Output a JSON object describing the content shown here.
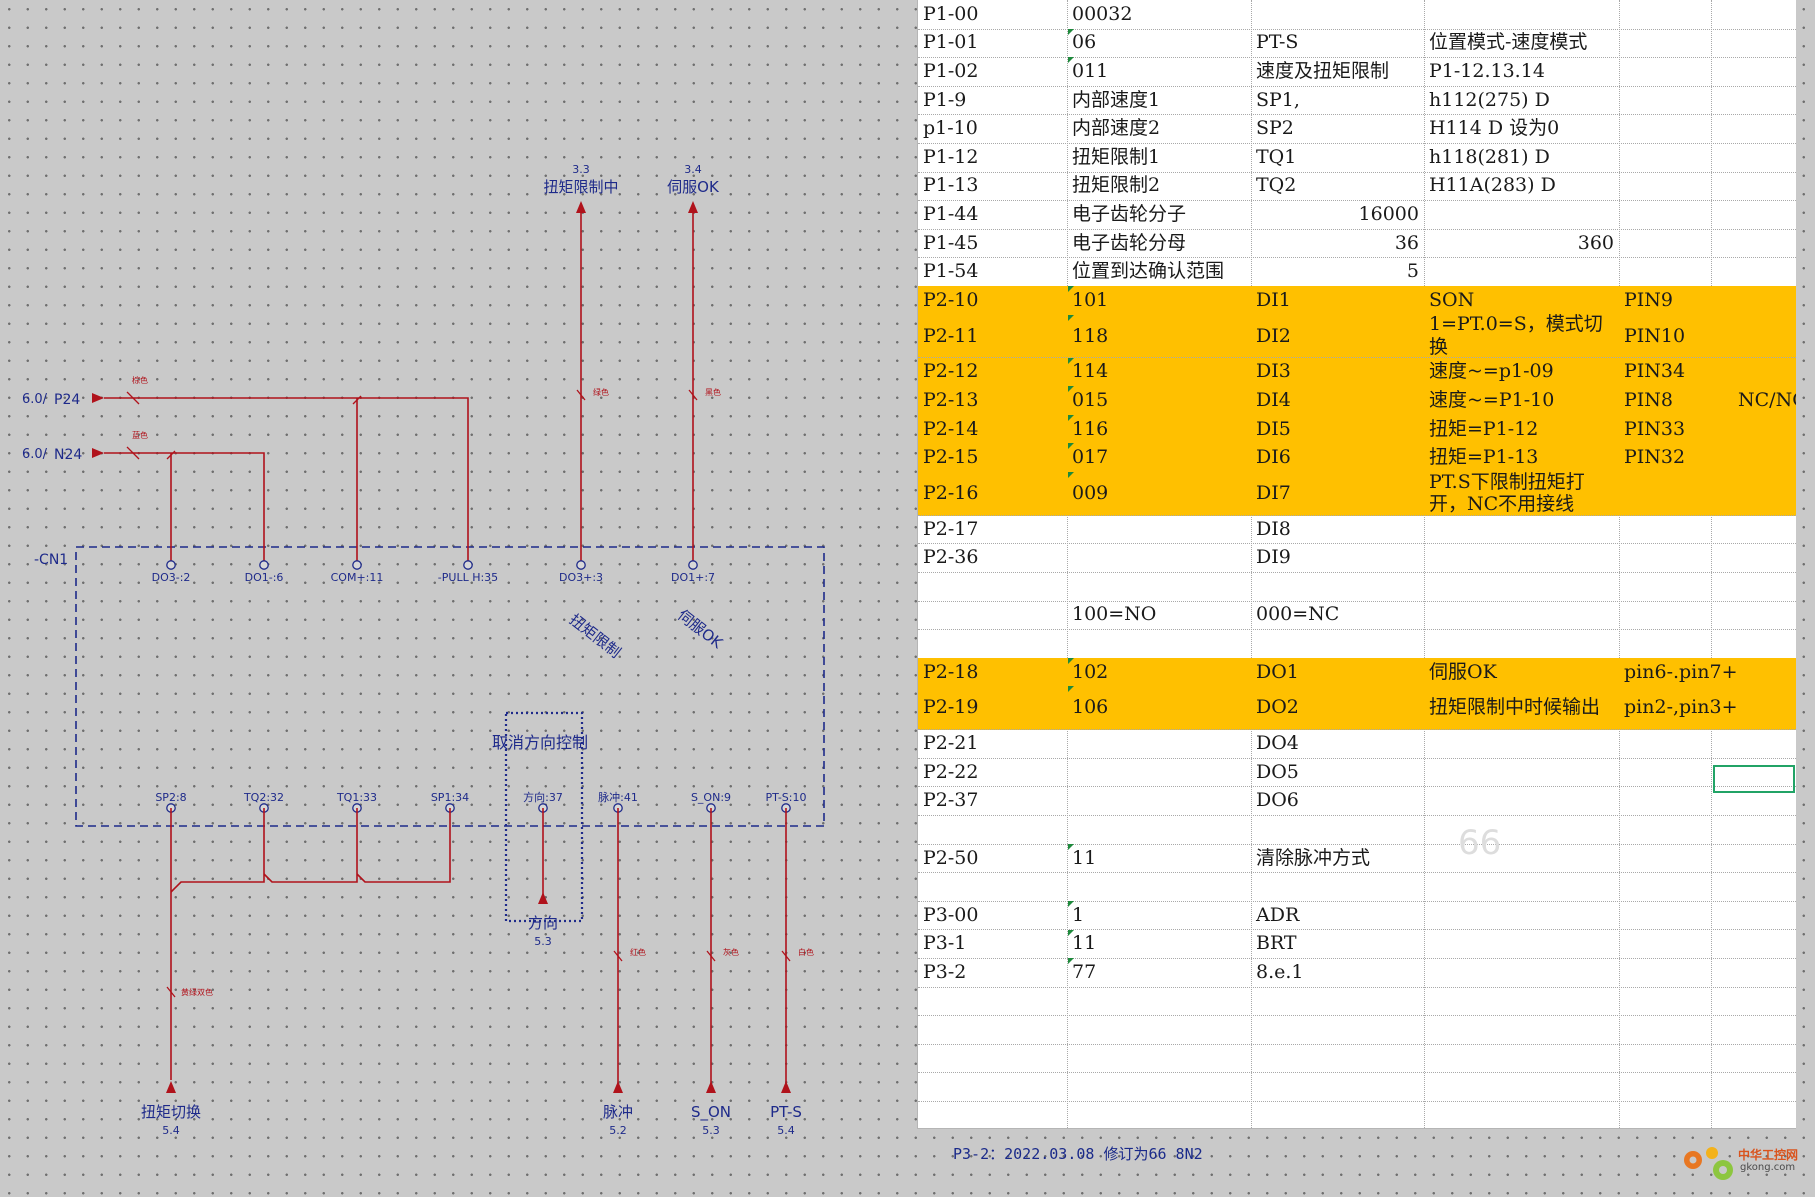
{
  "schematic": {
    "connector": "-CN1",
    "inputs": [
      {
        "ref": "6.0/",
        "name": "P24",
        "wire": "棕色"
      },
      {
        "ref": "6.0/",
        "name": "N24",
        "wire": "蓝色"
      }
    ],
    "top_outputs": [
      {
        "ref": "3.3",
        "label": "扭矩限制中",
        "wire": "绿色"
      },
      {
        "ref": "3.4",
        "label": "伺服OK",
        "wire": "黑色"
      }
    ],
    "top_pins": [
      "DO3-:2",
      "DO1-:6",
      "COM+:11",
      "-PULL H:35",
      "DO3+:3",
      "DO1+:7"
    ],
    "rotated_labels": [
      "扭矩限制",
      "伺服OK"
    ],
    "cancel_box_label": "取消方向控制",
    "bottom_pins": [
      "SP2:8",
      "TQ2:32",
      "TQ1:33",
      "SP1:34",
      "方向:37",
      "脉冲:41",
      "S_ON:9",
      "PT-S:10"
    ],
    "direction": {
      "label": "方向",
      "ref": "5.3"
    },
    "bottom_outputs": [
      {
        "label": "扭矩切换",
        "ref": "5.4",
        "wire": "黄绿双色"
      },
      {
        "label": "脉冲",
        "ref": "5.2",
        "wire": "红色"
      },
      {
        "label": "S_ON",
        "ref": "5.3",
        "wire": "灰色"
      },
      {
        "label": "PT-S",
        "ref": "5.4",
        "wire": "白色"
      }
    ]
  },
  "sheet": {
    "rows": [
      {
        "c": [
          "P1-00",
          "00032",
          "",
          "",
          ""
        ],
        "tri": [
          false,
          false
        ]
      },
      {
        "c": [
          "P1-01",
          "06",
          "PT-S",
          "位置模式-速度模式",
          ""
        ],
        "tri": [
          false,
          true
        ]
      },
      {
        "c": [
          "P1-02",
          "011",
          "速度及扭矩限制",
          "P1-12.13.14",
          ""
        ],
        "tri": [
          false,
          true
        ]
      },
      {
        "c": [
          "P1-9",
          "内部速度1",
          "SP1,",
          "h112(275)  D",
          ""
        ],
        "tri": [
          false,
          false
        ]
      },
      {
        "c": [
          "p1-10",
          "内部速度2",
          "SP2",
          "H114  D  设为0",
          ""
        ],
        "tri": [
          false,
          false
        ]
      },
      {
        "c": [
          "P1-12",
          "扭矩限制1",
          "TQ1",
          "h118(281) D",
          ""
        ],
        "tri": [
          false,
          false
        ]
      },
      {
        "c": [
          "P1-13",
          "扭矩限制2",
          "TQ2",
          "H11A(283)  D",
          ""
        ],
        "tri": [
          false,
          false
        ]
      },
      {
        "c": [
          "P1-44",
          "电子齿轮分子",
          "16000",
          "",
          ""
        ],
        "num": true,
        "tri": [
          false,
          false
        ]
      },
      {
        "c": [
          "P1-45",
          "电子齿轮分母",
          "36",
          "360",
          ""
        ],
        "num": true,
        "num2": true,
        "tri": [
          false,
          false
        ]
      },
      {
        "c": [
          "P1-54",
          "位置到达确认范围",
          "5",
          "",
          ""
        ],
        "num": true,
        "tri": [
          false,
          false
        ]
      },
      {
        "c": [
          "P2-10",
          "101",
          "DI1",
          "SON",
          "PIN9"
        ],
        "hl": true,
        "tri": [
          false,
          true
        ]
      },
      {
        "c": [
          "P2-11",
          "118",
          "DI2",
          "1=PT.0=S，模式切换",
          "PIN10"
        ],
        "hl": true,
        "tall": true,
        "tri": [
          false,
          true
        ]
      },
      {
        "c": [
          "P2-12",
          "114",
          "DI3",
          "速度~=p1-09",
          "PIN34"
        ],
        "hl": true,
        "tri": [
          false,
          true
        ]
      },
      {
        "c": [
          "P2-13",
          "015",
          "DI4",
          "速度~=P1-10",
          "PIN8"
        ],
        "hl": true,
        "tri": [
          false,
          true
        ]
      },
      {
        "c": [
          "P2-14",
          "116",
          "DI5",
          "扭矩=P1-12",
          "PIN33"
        ],
        "hl": true,
        "tri": [
          false,
          true
        ]
      },
      {
        "c": [
          "P2-15",
          "017",
          "DI6",
          "扭矩=P1-13",
          "PIN32"
        ],
        "hl": true,
        "tri": [
          false,
          true
        ]
      },
      {
        "c": [
          "P2-16",
          "009",
          "DI7",
          "PT.S下限制扭矩打开，NC不用接线",
          ""
        ],
        "hl": true,
        "tall": true,
        "tri": [
          false,
          true
        ]
      },
      {
        "c": [
          "P2-17",
          "",
          "DI8",
          "",
          ""
        ],
        "tri": [
          false,
          false
        ]
      },
      {
        "c": [
          "P2-36",
          "",
          "DI9",
          "",
          ""
        ],
        "tri": [
          false,
          false
        ]
      },
      {
        "c": [
          "",
          "",
          "",
          "",
          ""
        ],
        "tri": [
          false,
          false
        ]
      },
      {
        "c": [
          "",
          "100=NO",
          "000=NC",
          "",
          ""
        ],
        "tri": [
          false,
          false
        ]
      },
      {
        "c": [
          "",
          "",
          "",
          "",
          ""
        ],
        "tri": [
          false,
          false
        ]
      },
      {
        "c": [
          "P2-18",
          "102",
          "DO1",
          "伺服OK",
          "pin6-.pin7+"
        ],
        "hl": true,
        "tri": [
          false,
          true
        ]
      },
      {
        "c": [
          "P2-19",
          "106",
          "DO2",
          "扭矩限制中时候输出",
          "pin2-,pin3+"
        ],
        "hl": true,
        "tall": true,
        "tri": [
          false,
          true
        ]
      },
      {
        "c": [
          "P2-21",
          "",
          "DO4",
          "",
          ""
        ],
        "tri": [
          false,
          false
        ]
      },
      {
        "c": [
          "P2-22",
          "",
          "DO5",
          "",
          ""
        ],
        "tri": [
          false,
          false
        ]
      },
      {
        "c": [
          "P2-37",
          "",
          "DO6",
          "",
          ""
        ],
        "tri": [
          false,
          false
        ]
      },
      {
        "c": [
          "",
          "",
          "",
          "",
          ""
        ],
        "tri": [
          false,
          false
        ]
      },
      {
        "c": [
          "P2-50",
          "11",
          "清除脉冲方式",
          "",
          ""
        ],
        "tri": [
          false,
          true
        ]
      },
      {
        "c": [
          "",
          "",
          "",
          "",
          ""
        ],
        "tri": [
          false,
          false
        ]
      },
      {
        "c": [
          "P3-00",
          "1",
          "ADR",
          "",
          ""
        ],
        "tri": [
          false,
          true
        ]
      },
      {
        "c": [
          "P3-1",
          "11",
          "BRT",
          "",
          ""
        ],
        "tri": [
          false,
          true
        ]
      },
      {
        "c": [
          "P3-2",
          "77",
          "8.e.1",
          "",
          ""
        ],
        "tri": [
          false,
          true
        ]
      }
    ],
    "side_note": "NC/NO",
    "watermark": "66"
  },
  "footer": "P3-2：2022.03.08 修订为66 8N2",
  "logo": {
    "text": "中华工控网",
    "url": "gkong.com"
  }
}
